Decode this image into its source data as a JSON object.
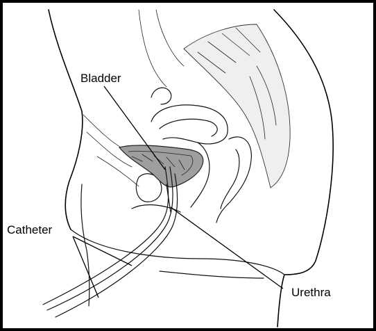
{
  "labels": {
    "bladder": "Bladder",
    "catheter": "Catheter",
    "urethra": "Urethra"
  },
  "colors": {
    "ink": "#111111",
    "bladder_shade": "#9e9e9e",
    "background": "#ffffff",
    "frame": "#000000"
  }
}
